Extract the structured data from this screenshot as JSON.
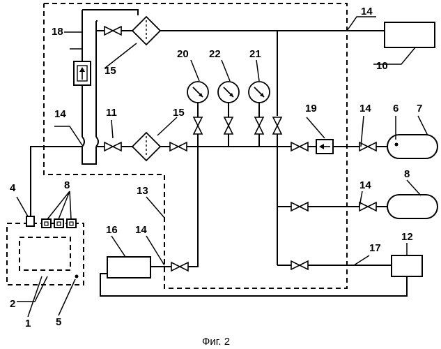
{
  "labels": {
    "l1": "1",
    "l2": "2",
    "l4": "4",
    "l5": "5",
    "l6": "6",
    "l7": "7",
    "l8": "8",
    "l8b": "8",
    "l10": "10",
    "l11": "11",
    "l12": "12",
    "l13": "13",
    "l14a": "14",
    "l14b": "14",
    "l14c": "14",
    "l14d": "14",
    "l14e": "14",
    "l15a": "15",
    "l15b": "15",
    "l16": "16",
    "l17": "17",
    "l18": "18",
    "l19": "19",
    "l20": "20",
    "l21": "21",
    "l22": "22"
  },
  "caption": "Фиг. 2"
}
